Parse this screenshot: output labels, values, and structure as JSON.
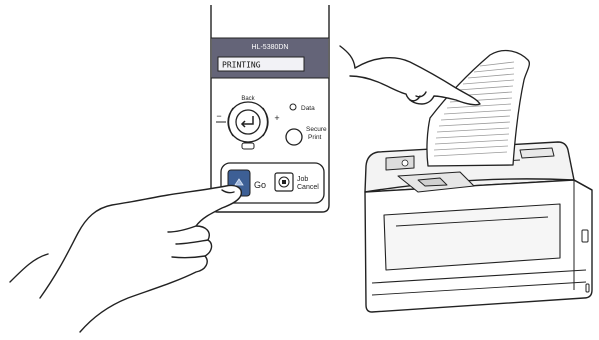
{
  "control_panel": {
    "model_name": "HL-5380DN",
    "lcd_text": "PRINTING",
    "back_label": "Back",
    "data_label": "Data",
    "plus_label": "+",
    "minus_label": "−",
    "secure_line1": "Secure",
    "secure_line2": "Print",
    "go_label": "Go",
    "job_line1": "Job",
    "job_line2": "Cancel",
    "panel_color": "#646478",
    "lcd_color": "#f2f2f6",
    "go_button_color": "#3d5f95"
  },
  "icons": {
    "go": "arrow-up-icon",
    "job_cancel": "stop-icon",
    "ok": "ok-arrow-icon"
  }
}
